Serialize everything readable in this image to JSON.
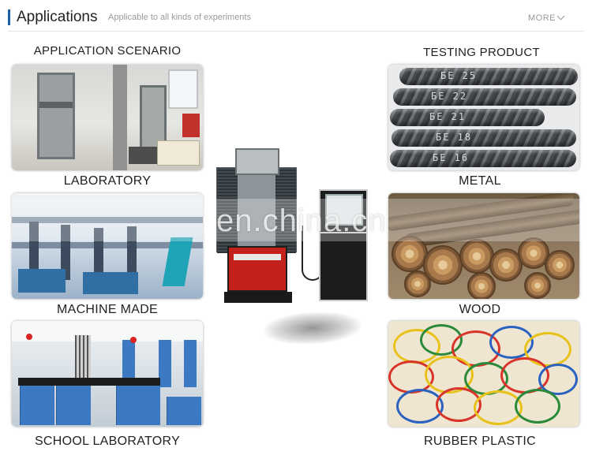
{
  "header": {
    "title": "Applications",
    "subtitle": "Applicable to all kinds of experiments",
    "more_label": "MORE"
  },
  "columns": {
    "left_title": "APPLICATION SCENARIO",
    "right_title": "TESTING PRODUCT"
  },
  "tiles": {
    "laboratory": "LABORATORY",
    "machine_made": "MACHINE MADE",
    "school_laboratory": "SCHOOL LABORATORY",
    "metal": "METAL",
    "wood": "WOOD",
    "rubber_plastic": "RUBBER PLASTIC"
  },
  "watermark": "en.china.cn",
  "colors": {
    "accent": "#1f5fa8",
    "machine_red": "#c2211c"
  }
}
